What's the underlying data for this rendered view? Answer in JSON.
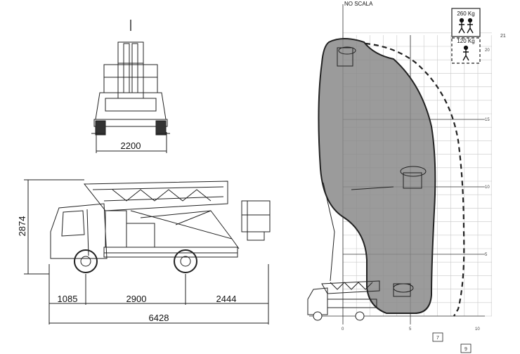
{
  "dimensions": {
    "front_width": "2200",
    "height": "2874",
    "front_overhang": "1085",
    "wheelbase": "2900",
    "rear_overhang": "2444",
    "total_length": "6428"
  },
  "envelope": {
    "scale_note": "NO SCALA",
    "load_two_persons": "260 Kg",
    "load_one_person": "120 Kg",
    "height_max_label": "21",
    "height_ticks": [
      "20",
      "15",
      "10",
      "5"
    ],
    "reach_ticks": [
      "0",
      "5",
      "10"
    ],
    "reach_max_box": "7",
    "reach_bottom_box": "9"
  },
  "colors": {
    "line": "#222222",
    "grid": "#c8c8c8",
    "envelope_fill": "#8a8a8a"
  }
}
